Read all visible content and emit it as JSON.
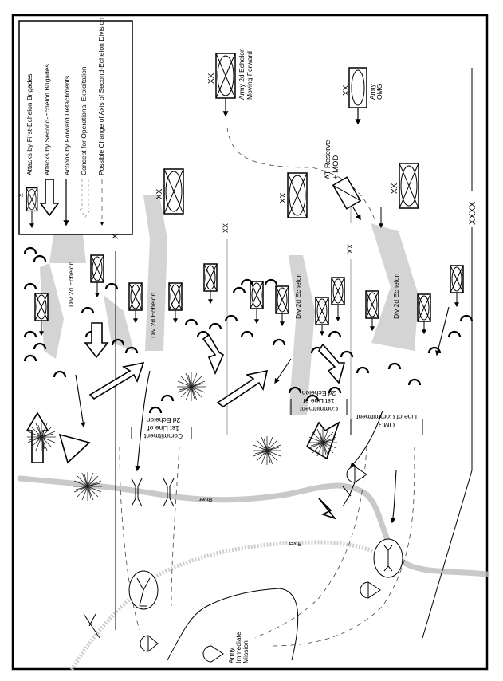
{
  "legend": {
    "items": [
      {
        "icon": "first-echelon-brigade-symbol",
        "label": "Attacks by First-Echelon Brigades"
      },
      {
        "icon": "hollow-arrow",
        "label": "Attacks by Second-Echelon Brigades"
      },
      {
        "icon": "solid-arrow",
        "label": "Actions by Forward Detachments"
      },
      {
        "icon": "light-dashed-arrow",
        "label": "Concept for Operational Exploitation"
      },
      {
        "icon": "dashed-solid-arrow",
        "label": "Possible Change of Axis of Second-Echelon Division"
      }
    ],
    "brigade_echelon_mark": "X"
  },
  "boundaries": {
    "army_marker": "XXXX",
    "division_marker": "XX"
  },
  "units": {
    "army_2d_echelon": {
      "echelon": "XX",
      "label_line1": "Army 2d Echelon",
      "label_line2": "Moving Forward"
    },
    "army_omg": {
      "echelon": "XX",
      "label_line1": "Army",
      "label_line2": "OMG"
    },
    "at_reserve": {
      "label_line1": "AT Reserve",
      "label_line2": "+ MOD"
    },
    "division_reserve_marks": [
      "XX",
      "XX",
      "XX"
    ]
  },
  "map_labels": {
    "div_2d_echelon": "Div 2d Echelon",
    "second_echelon_line_1": "2d Echelon",
    "second_echelon_line_2": "1st Line of",
    "second_echelon_line_3": "Commitment",
    "omg_line_1": "OMG",
    "omg_line_2": "Line of Commitment",
    "river": "River",
    "army_immediate_mission_1": "Army",
    "army_immediate_mission_2": "Immediate",
    "army_immediate_mission_3": "Mission"
  }
}
